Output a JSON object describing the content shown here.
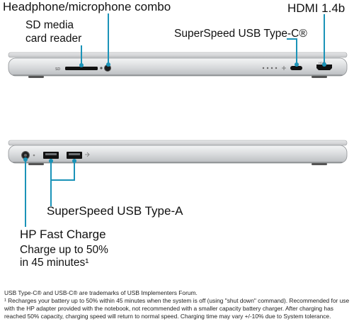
{
  "labels": {
    "headphone": "Headphone/microphone combo",
    "sd_line1": "SD media",
    "sd_line2": "card reader",
    "hdmi": "HDMI 1.4b",
    "usbc": "SuperSpeed USB Type-C®",
    "usba": "SuperSpeed USB Type-A",
    "fast_charge": "HP Fast Charge",
    "charge_line1": "Charge up to 50%",
    "charge_line2": "in 45 minutes¹"
  },
  "port_marks": {
    "sd": "SD",
    "hdmi": "HDMI"
  },
  "footnotes": {
    "trademark": "USB Type-C® and USB-C® are trademarks of USB Implementers Forum.",
    "recharge": "¹ Recharges your battery up to 50% within 45 minutes when the system is off (using \"shut down\" command). Recommended for use with the HP adapter provided with the notebook, not recommended with a smaller capacity battery charger. After charging has reached 50% capacity, charging speed will return to normal speed. Charging time may vary +/-10% due to System tolerance."
  },
  "colors": {
    "accent": "#1a93b8",
    "chassis": "#d6d8da"
  }
}
